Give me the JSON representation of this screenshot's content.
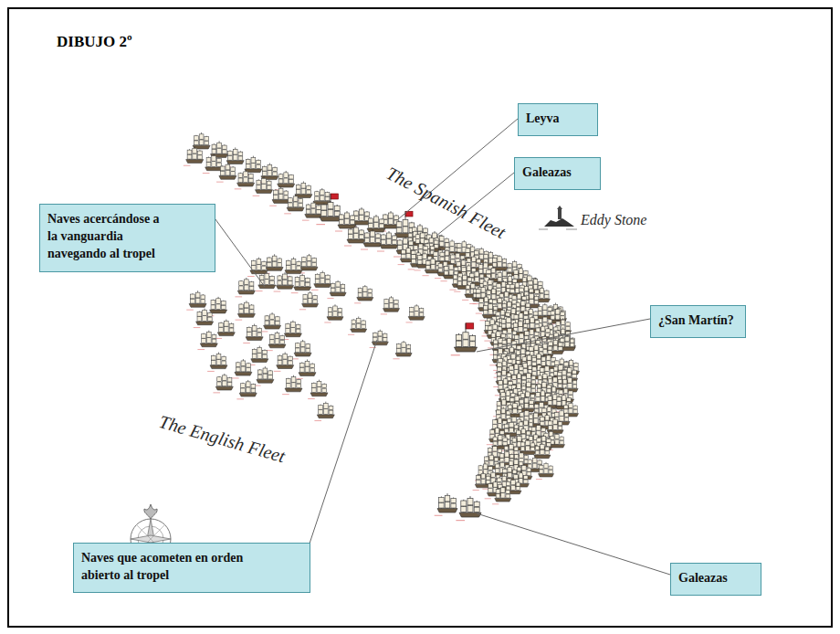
{
  "diagram": {
    "title": "DIBUJO 2º",
    "nodes": [
      {
        "text": [
          "Leyva"
        ]
      },
      {
        "text": [
          "Galeazas"
        ]
      },
      {
        "text": [
          "Naves acercándose a la vanguardia navegando al tropel"
        ]
      },
      {
        "text": [
          "¿San Martín?"
        ]
      },
      {
        "text": [
          "Naves que acometen en orden abierto al tropel"
        ]
      },
      {
        "text": [
          "Galeazas"
        ]
      }
    ],
    "labels": [
      "The Spanish Fleet",
      "Eddy Stone",
      "The English Fleet"
    ]
  }
}
